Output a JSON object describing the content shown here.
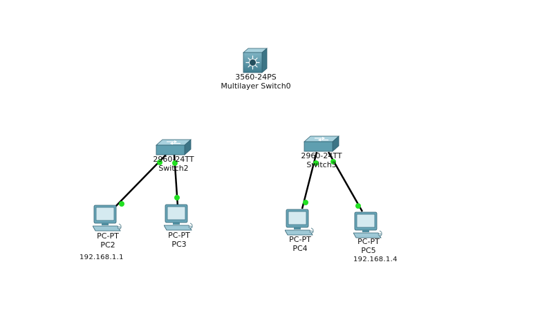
{
  "devices": {
    "multilayer_switch": {
      "model": "3560-24PS",
      "name": "Multilayer Switch0"
    },
    "switch2": {
      "model": "2960-24TT",
      "name": "Switch2"
    },
    "switch3": {
      "model": "2960-24TT",
      "name": "Switch3"
    },
    "pc2": {
      "model": "PC-PT",
      "name": "PC2",
      "ip": "192.168.1.1"
    },
    "pc3": {
      "model": "PC-PT",
      "name": "PC3"
    },
    "pc4": {
      "model": "PC-PT",
      "name": "PC4"
    },
    "pc5": {
      "model": "PC-PT",
      "name": "PC5",
      "ip": "192.168.1.4"
    }
  },
  "colors": {
    "link": "#000000",
    "link_status_up": "#22e022",
    "device_body": "#5f9fb0",
    "label_text": "#111111"
  }
}
